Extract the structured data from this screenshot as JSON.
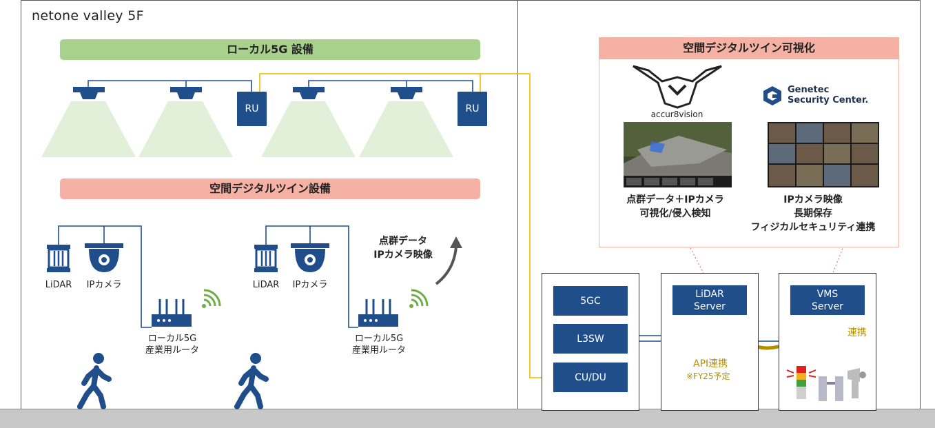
{
  "site_title": "netone valley 5F",
  "local5g": {
    "band_label": "ローカル5G 設備",
    "ru_labels": [
      "RU",
      "RU"
    ]
  },
  "twin_equipment": {
    "band_label": "空間デジタルツイン設備",
    "groups": [
      {
        "lidar_label": "LiDAR",
        "camera_label": "IPカメラ",
        "router_label_1": "ローカル5G",
        "router_label_2": "産業用ルータ"
      },
      {
        "lidar_label": "LiDAR",
        "camera_label": "IPカメラ",
        "router_label_1": "ローカル5G",
        "router_label_2": "産業用ルータ"
      }
    ],
    "uplink_label_1": "点群データ",
    "uplink_label_2": "IPカメラ映像"
  },
  "visualization": {
    "title": "空間デジタルツイン可視化",
    "accur8vision": {
      "logo_text": "accur8vision",
      "desc_1": "点群データ＋IPカメラ",
      "desc_2": "可視化/侵入検知"
    },
    "genetec": {
      "logo_text_1": "Genetec",
      "logo_text_2": "Security Center.",
      "desc_1": "IPカメラ映像",
      "desc_2": "長期保存",
      "desc_3": "フィジカルセキュリティ連携"
    }
  },
  "core": {
    "fivegc": "5GC",
    "l3sw": "L3SW",
    "cudu": "CU/DU"
  },
  "servers": {
    "lidar_1": "LiDAR",
    "lidar_2": "Server",
    "vms_1": "VMS",
    "vms_2": "Server",
    "api_label": "API連携",
    "api_note": "※FY25予定",
    "link_label": "連携"
  },
  "colors": {
    "navy": "#1f4e8a",
    "green_band": "#a9d18e",
    "pink_band": "#f4b1a4",
    "gold": "#b38f00",
    "fiber": "#f0c419"
  }
}
